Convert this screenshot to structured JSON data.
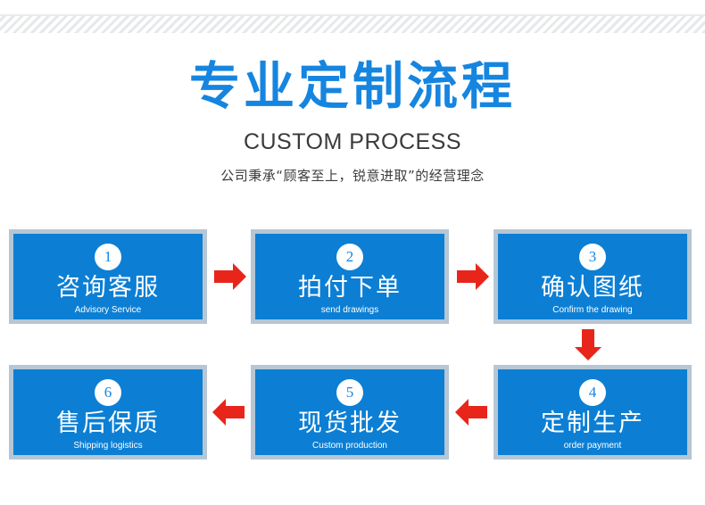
{
  "banner": {
    "stripe_pattern": "diagonal-stripes",
    "stripe_color": "#e6e8ea"
  },
  "heading": {
    "title_cn": "专业定制流程",
    "title_en": "CUSTOM PROCESS",
    "tagline": "公司秉承“顾客至上，锐意进取”的经营理念",
    "title_color": "#1585e0"
  },
  "theme": {
    "box_fill": "#0c7fd4",
    "box_border": "#b6c6d4",
    "arrow_color": "#e8251b",
    "number_text_color": "#1585e0"
  },
  "steps": [
    {
      "number": "1",
      "cn": "咨询客服",
      "en": "Advisory Service"
    },
    {
      "number": "2",
      "cn": "拍付下单",
      "en": "send drawings"
    },
    {
      "number": "3",
      "cn": "确认图纸",
      "en": "Confirm the drawing"
    },
    {
      "number": "4",
      "cn": "定制生产",
      "en": "order payment"
    },
    {
      "number": "5",
      "cn": "现货批发",
      "en": "Custom production"
    },
    {
      "number": "6",
      "cn": "售后保质",
      "en": "Shipping logistics"
    }
  ],
  "arrows": [
    {
      "name": "arrow-step1-to-step2",
      "direction": "right"
    },
    {
      "name": "arrow-step2-to-step3",
      "direction": "right"
    },
    {
      "name": "arrow-step3-to-step4",
      "direction": "down"
    },
    {
      "name": "arrow-step4-to-step5",
      "direction": "left"
    },
    {
      "name": "arrow-step5-to-step6",
      "direction": "left"
    }
  ]
}
